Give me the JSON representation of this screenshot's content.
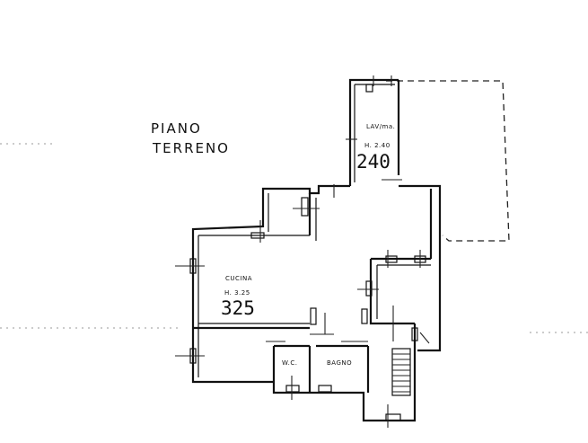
{
  "floor": {
    "title_line1": "PIANO",
    "title_line2": "TERRENO"
  },
  "rooms": {
    "lavanderia": {
      "label": "LAV/ma.",
      "height_text": "H. 2.40",
      "handwritten": "240"
    },
    "cucina": {
      "label": "CUCINA",
      "height_text": "H. 3.25",
      "handwritten": "325"
    },
    "wc": {
      "label": "W.C."
    },
    "bagno": {
      "label": "BAGNO"
    }
  }
}
